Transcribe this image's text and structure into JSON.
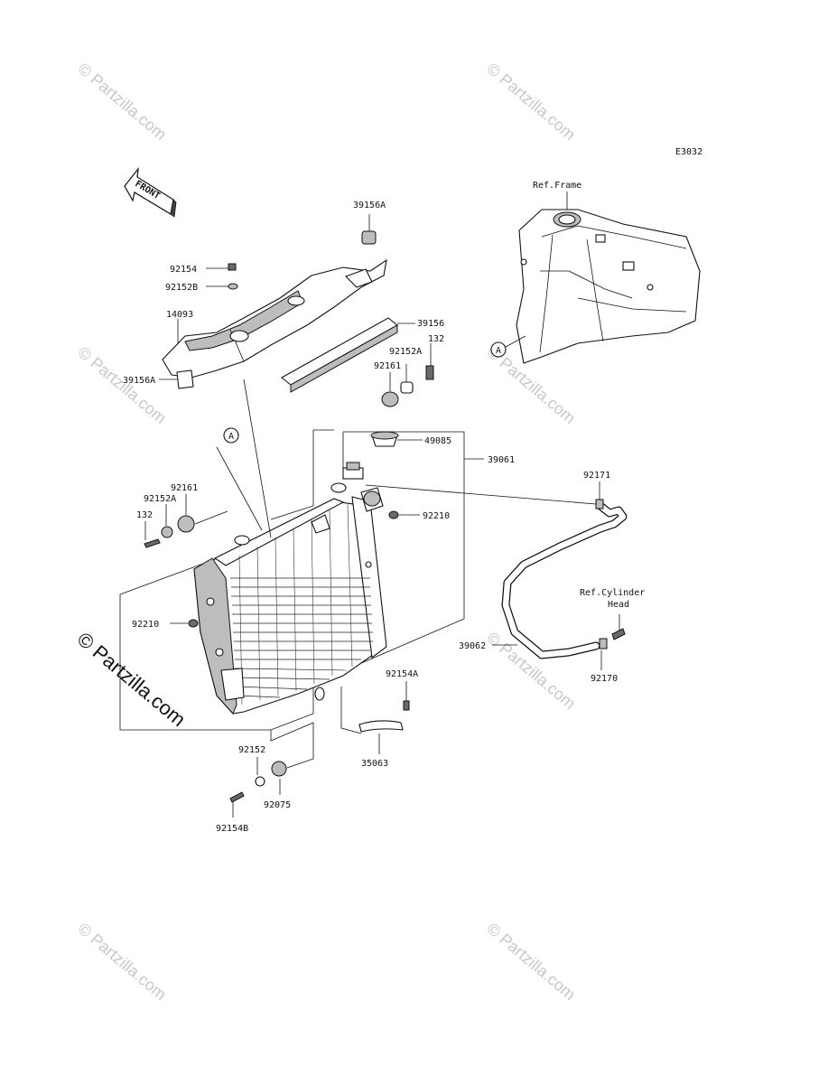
{
  "diagram_code": "E3032",
  "front_label": "FRONT",
  "watermark": "© Partzilla.com",
  "watermark_large": "© Partzilla.com",
  "refs": {
    "frame": "Ref.Frame",
    "cylinder_head_line1": "Ref.Cylinder",
    "cylinder_head_line2": "Head",
    "callout_a": "A"
  },
  "parts": {
    "p39156A_top": "39156A",
    "p92154": "92154",
    "p92152B": "92152B",
    "p14093": "14093",
    "p39156": "39156",
    "p39156A_left": "39156A",
    "p92152A_right": "92152A",
    "p132_right": "132",
    "p92161_right": "92161",
    "p49085": "49085",
    "p39061": "39061",
    "p92161_left": "92161",
    "p92152A_left": "92152A",
    "p132_left": "132",
    "p92210_right": "92210",
    "p92210_left": "92210",
    "p92171": "92171",
    "p39062": "39062",
    "p92170": "92170",
    "p92154A": "92154A",
    "p35063": "35063",
    "p92152": "92152",
    "p92075": "92075",
    "p92154B": "92154B"
  }
}
